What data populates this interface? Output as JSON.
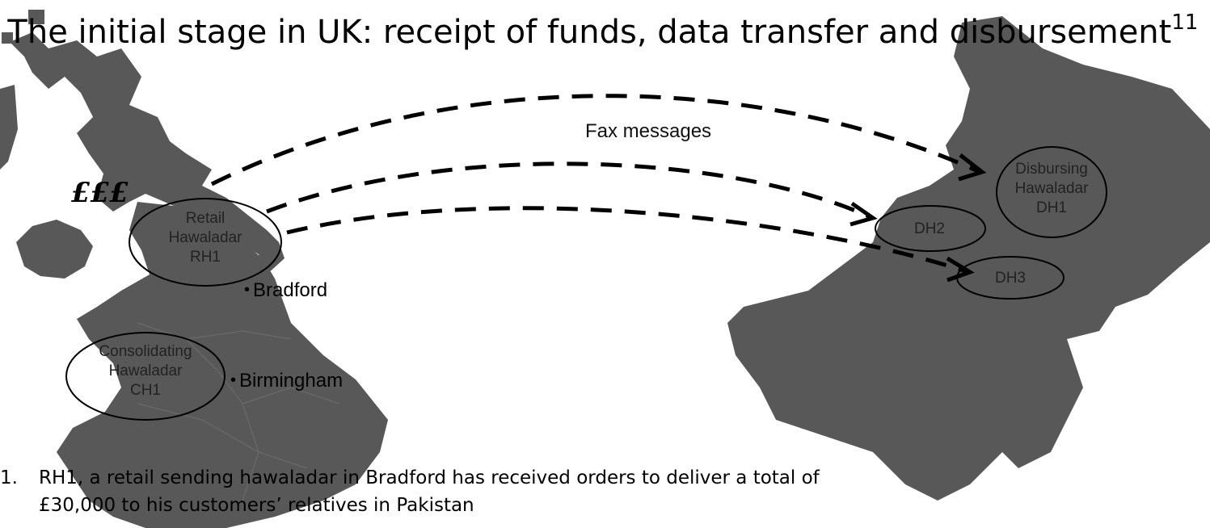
{
  "slide": {
    "title_main": ". The initial stage in UK: receipt of funds, data transfer and disbursement",
    "title_sup": "11",
    "fax_label": "Fax messages",
    "currency_symbol": "£££"
  },
  "uk": {
    "rh1": {
      "line1": "Retail",
      "line2": "Hawaladar",
      "line3": "RH1"
    },
    "ch1": {
      "line1": "Consolidating",
      "line2": "Hawaladar",
      "line3": "CH1"
    },
    "cities": [
      {
        "name": "Bradford",
        "marker": "•"
      },
      {
        "name": "Birmingham",
        "marker": "•"
      }
    ]
  },
  "pakistan": {
    "dh1": {
      "line1": "Disbursing",
      "line2": "Hawaladar",
      "line3": "DH1"
    },
    "dh2": {
      "label": "DH2"
    },
    "dh3": {
      "label": "DH3"
    }
  },
  "steps": [
    {
      "number": "1.",
      "line1": "RH1, a retail sending hawaladar in Bradford has received orders to deliver a total of",
      "line2": "£30,000 to his customers’ relatives in Pakistan"
    }
  ],
  "colors": {
    "map_fill": "#585858",
    "arrow": "#000000"
  }
}
